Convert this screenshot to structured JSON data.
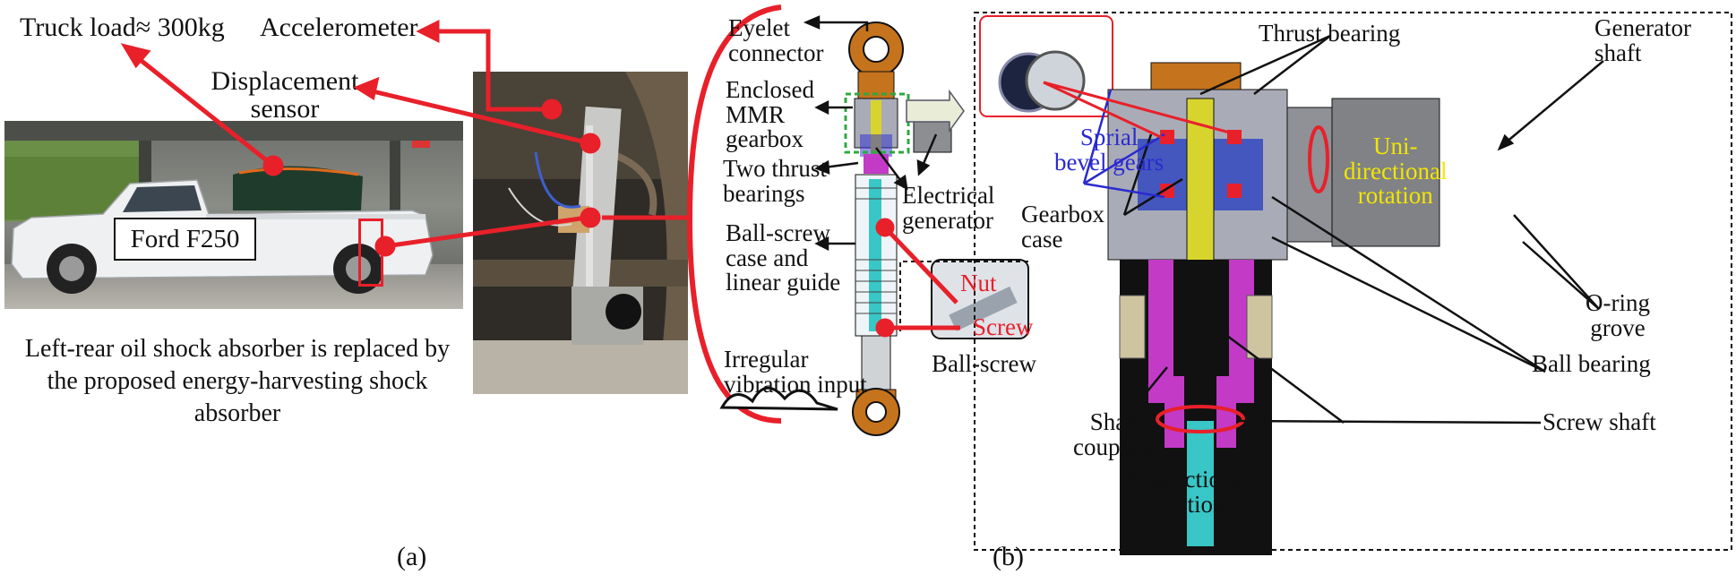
{
  "panel_a": {
    "caption": "(a)",
    "labels": {
      "truck_load": "Truck load≈ 300kg",
      "accelerometer": "Accelerometer",
      "displacement_sensor": "Displacement\nsensor",
      "vehicle": "Ford F250",
      "description": "Left-rear oil shock absorber is replaced by the proposed energy-harvesting shock absorber"
    }
  },
  "panel_b": {
    "caption": "(b)",
    "labels": {
      "eyelet_connector": "Eyelet\nconnector",
      "enclosed_mmr_gearbox": "Enclosed\nMMR\ngearbox",
      "two_thrust_bearings": "Two thrust\nbearings",
      "electrical_generator": "Electrical\ngenerator",
      "ball_screw_case": "Ball-screw\ncase and\nlinear guide",
      "nut": "Nut",
      "screw": "Screw",
      "ball_screw": "Ball-screw",
      "irregular_vibration_input": "Irregular\nvibration input",
      "thrust_bearing": "Thrust bearing",
      "generator_shaft": "Generator\nshaft",
      "spiral_bevel_gears": "Sprial\nbevel gears",
      "unidirectional_rotation": "Uni-\ndirectional\nrotation",
      "gearbox_case": "Gearbox\ncase",
      "o_ring_grove": "O-ring\ngrove",
      "ball_bearing": "Ball bearing",
      "screw_shaft": "Screw shaft",
      "shaft_coupling": "Shaft\ncoupling",
      "bidirectional_rotation": "Bidirectional\nrotation"
    }
  },
  "colors": {
    "arrow_red": "#e8202a",
    "label_blue": "#2a2ad0",
    "label_yellow": "#f2e600",
    "bronze": "#c5731c",
    "cyan_screw": "#39c6c6",
    "magenta": "#c23ac6",
    "shaft_yellow": "#d8d42e",
    "case_grey": "#a9abb7"
  }
}
